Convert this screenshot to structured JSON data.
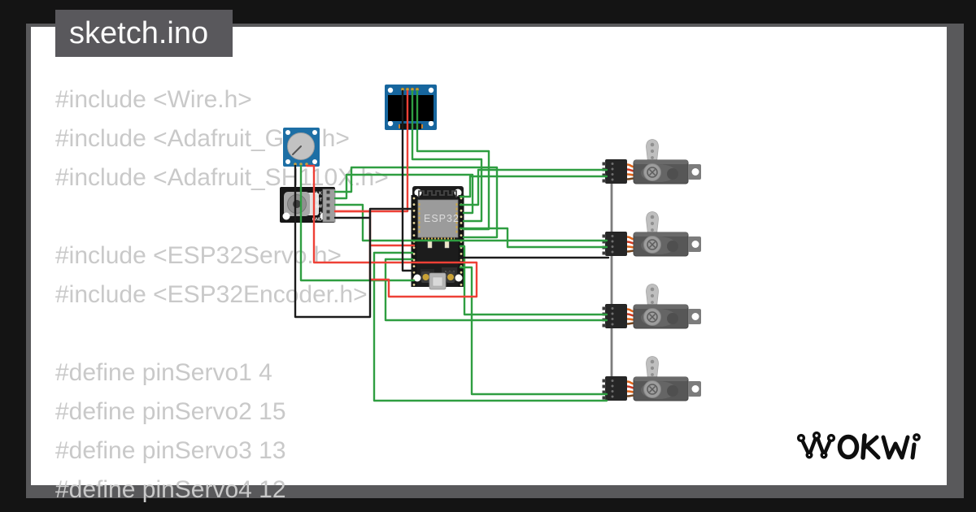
{
  "window": {
    "tab_label": "sketch.ino"
  },
  "code": {
    "text_color": "#c9c9c9",
    "lines": [
      "#include <Wire.h>",
      "#include <Adafruit_GFX.h>",
      "#include <Adafruit_SH110X.h>",
      "",
      "#include <ESP32Servo.h>",
      "#include <ESP32Encoder.h>",
      "",
      "#define pinServo1 4",
      "#define pinServo2 15",
      "#define pinServo3 13",
      "#define pinServo4 12"
    ]
  },
  "diagram": {
    "esp32": {
      "label": "ESP32",
      "board_color": "#1c1c1c"
    },
    "encoder": {
      "pin_labels": [
        "CLK",
        "DT",
        "SW",
        "+",
        "GND"
      ],
      "board_color": "#161616"
    },
    "oled": {
      "board_color": "#17669e"
    },
    "potentiometer": {
      "board_color": "#1d6fa5"
    },
    "servo_count": 4,
    "wire_colors": {
      "signal_green": "#2f9e41",
      "power_red": "#ee4036",
      "ground_black": "#1b1b1b",
      "chain_gray": "#7d7d7d",
      "ribbon_orange": "#e0661c",
      "ribbon_red": "#cf3a22",
      "ribbon_brown": "#74451f"
    }
  },
  "frame": {
    "outer": "#141414",
    "border": "#59595b",
    "canvas": "#ffffff",
    "tab_bg": "#59585c"
  },
  "logo": {
    "label": "WOKWI"
  }
}
